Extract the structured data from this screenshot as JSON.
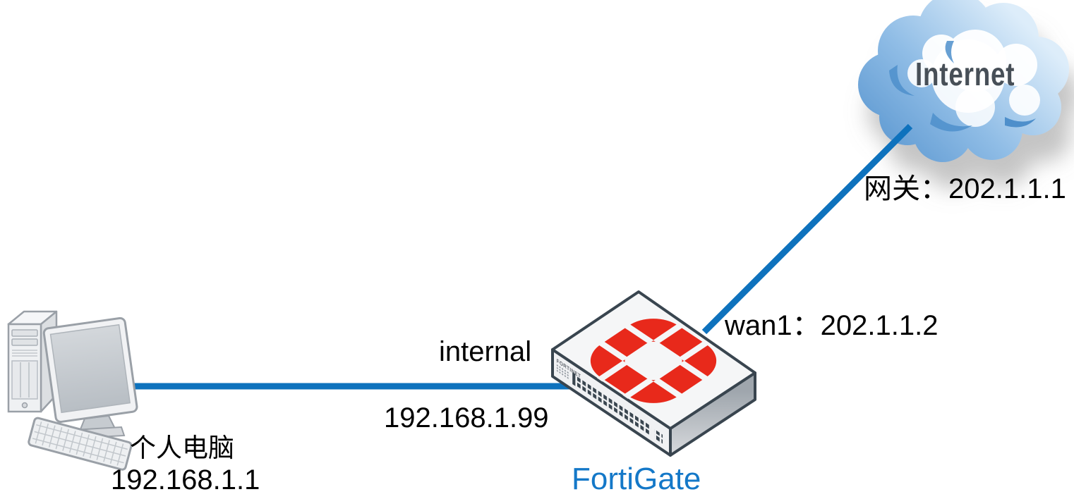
{
  "diagram": {
    "internet": {
      "label": "Internet",
      "gateway_label": "网关：202.1.1.1"
    },
    "fortigate": {
      "label": "FortiGate",
      "brand": "FORTINET",
      "wan1_label": "wan1：202.1.1.2",
      "internal_label": "internal",
      "internal_ip": "192.168.1.99"
    },
    "pc": {
      "label": "个人电脑",
      "ip": "192.168.1.1"
    },
    "links": [
      {
        "from": "pc",
        "to": "fortigate",
        "color": "#0E72BD"
      },
      {
        "from": "fortigate",
        "to": "internet",
        "color": "#0E72BD"
      }
    ],
    "colors": {
      "link_blue": "#0E72BD",
      "fortigate_text": "#1478C8",
      "logo_red": "#E8291B",
      "internet_text": "#474F57",
      "cloud_blue_dark": "#5F9AD2",
      "cloud_blue_light": "#DDEDFA",
      "device_outline": "#39454F"
    }
  }
}
